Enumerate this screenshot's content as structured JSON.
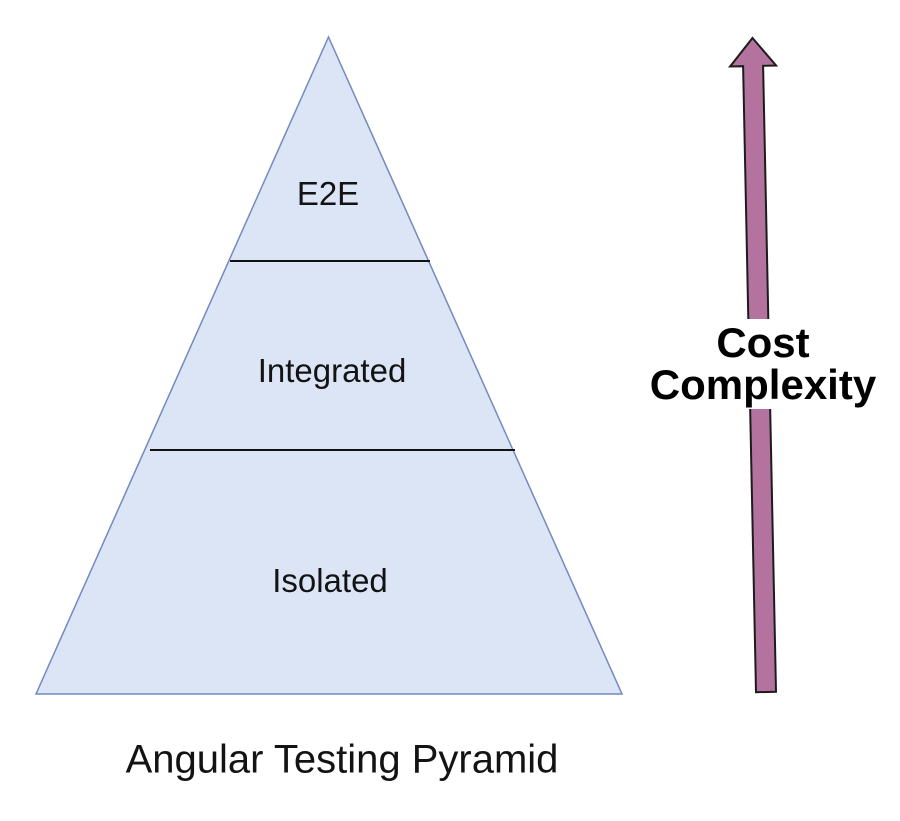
{
  "pyramid": {
    "title": "Angular Testing Pyramid",
    "levels": [
      {
        "id": "e2e",
        "label": "E2E"
      },
      {
        "id": "integrated",
        "label": "Integrated"
      },
      {
        "id": "isolated",
        "label": "Isolated"
      }
    ],
    "fill": "#dbe5f6",
    "stroke": "#7389bf"
  },
  "dividers": {
    "color": "#111111"
  },
  "arrow": {
    "direction": "up",
    "label_lines": [
      "Cost",
      "Complexity"
    ],
    "fill": "#b4739e",
    "stroke": "#1c1c1c"
  }
}
